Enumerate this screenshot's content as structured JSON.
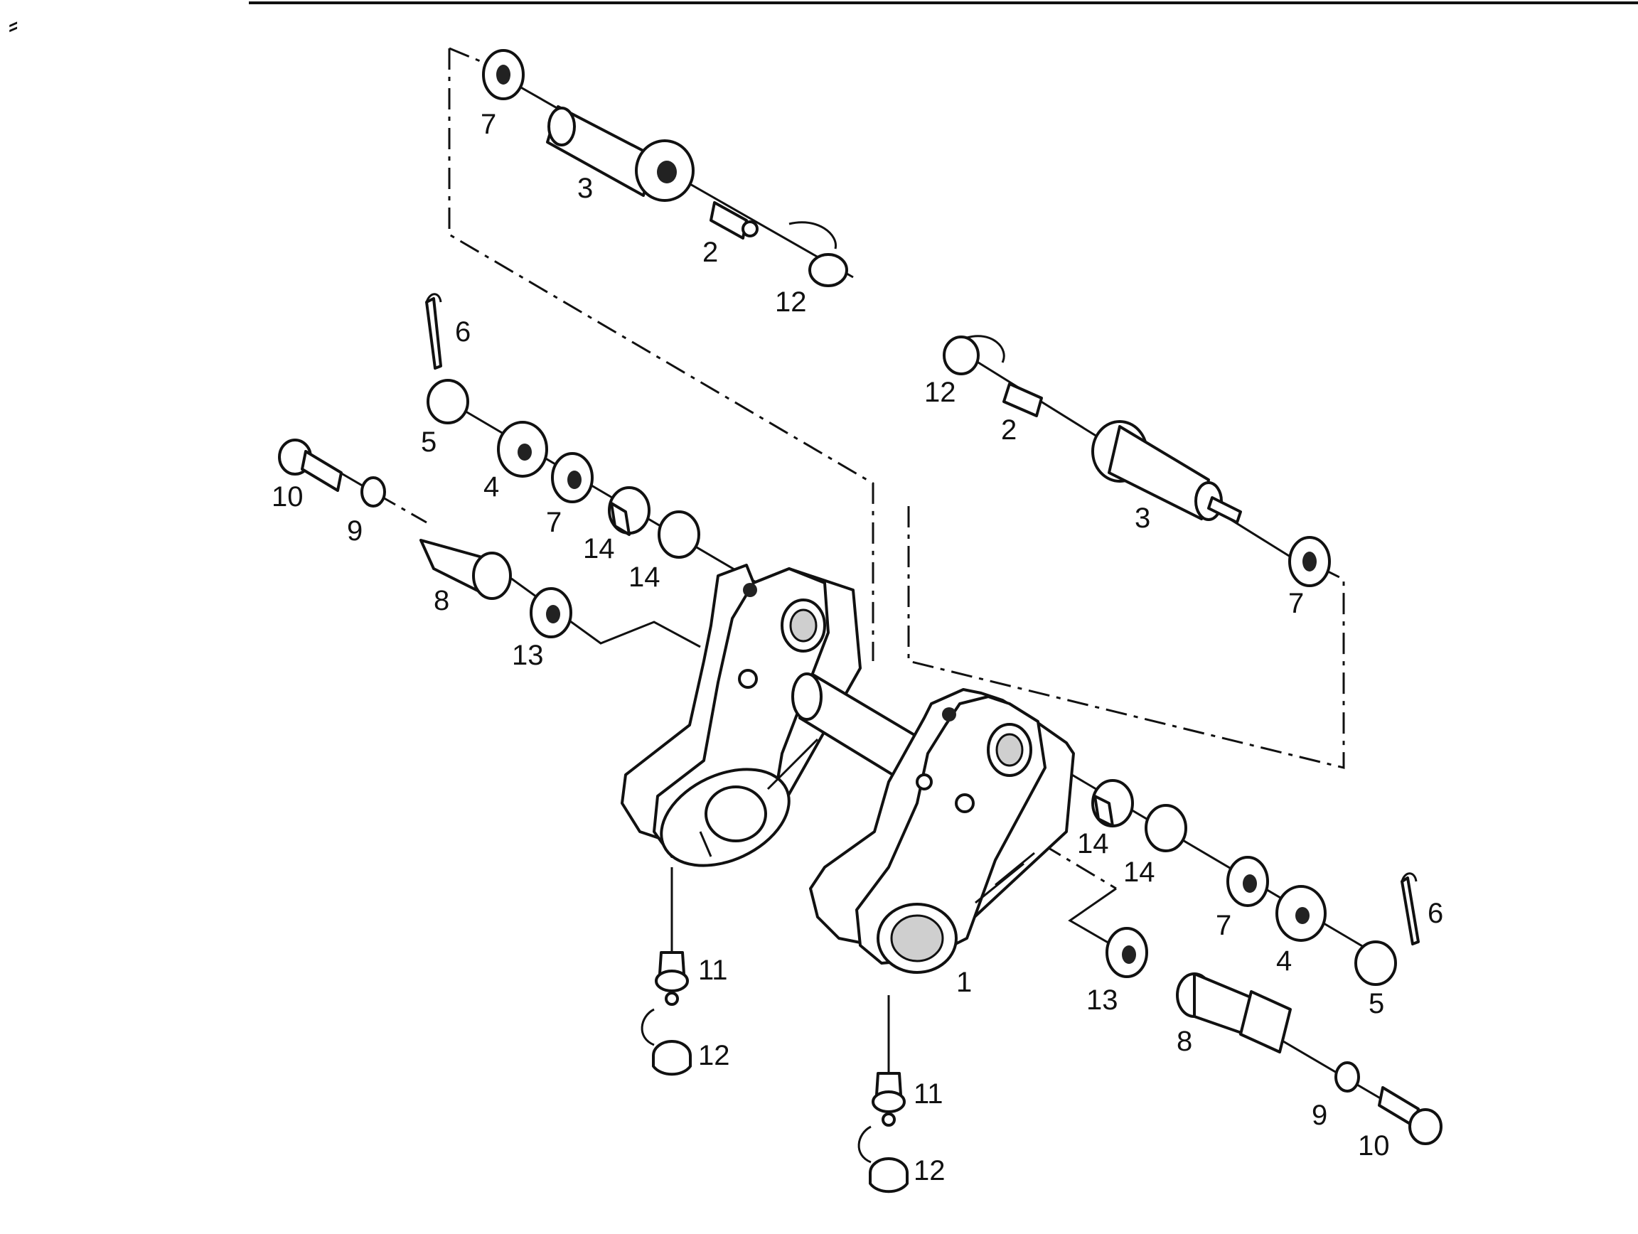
{
  "diagram": {
    "callouts": [
      {
        "id": "c7a",
        "text": "7"
      },
      {
        "id": "c3a",
        "text": "3"
      },
      {
        "id": "c2a",
        "text": "2"
      },
      {
        "id": "c12a",
        "text": "12"
      },
      {
        "id": "c6a",
        "text": "6"
      },
      {
        "id": "c5a",
        "text": "5"
      },
      {
        "id": "c4a",
        "text": "4"
      },
      {
        "id": "c7b",
        "text": "7"
      },
      {
        "id": "c14a",
        "text": "14"
      },
      {
        "id": "c14b",
        "text": "14"
      },
      {
        "id": "c10a",
        "text": "10"
      },
      {
        "id": "c9a",
        "text": "9"
      },
      {
        "id": "c8a",
        "text": "8"
      },
      {
        "id": "c13a",
        "text": "13"
      },
      {
        "id": "c12b",
        "text": "12"
      },
      {
        "id": "c2b",
        "text": "2"
      },
      {
        "id": "c3b",
        "text": "3"
      },
      {
        "id": "c7c",
        "text": "7"
      },
      {
        "id": "c14c",
        "text": "14"
      },
      {
        "id": "c14d",
        "text": "14"
      },
      {
        "id": "c7d",
        "text": "7"
      },
      {
        "id": "c4b",
        "text": "4"
      },
      {
        "id": "c6b",
        "text": "6"
      },
      {
        "id": "c5b",
        "text": "5"
      },
      {
        "id": "c1",
        "text": "1"
      },
      {
        "id": "c13b",
        "text": "13"
      },
      {
        "id": "c8b",
        "text": "8"
      },
      {
        "id": "c11a",
        "text": "11"
      },
      {
        "id": "c12c",
        "text": "12"
      },
      {
        "id": "c11b",
        "text": "11"
      },
      {
        "id": "c12d",
        "text": "12"
      },
      {
        "id": "c9b",
        "text": "9"
      },
      {
        "id": "c10b",
        "text": "10"
      }
    ]
  }
}
